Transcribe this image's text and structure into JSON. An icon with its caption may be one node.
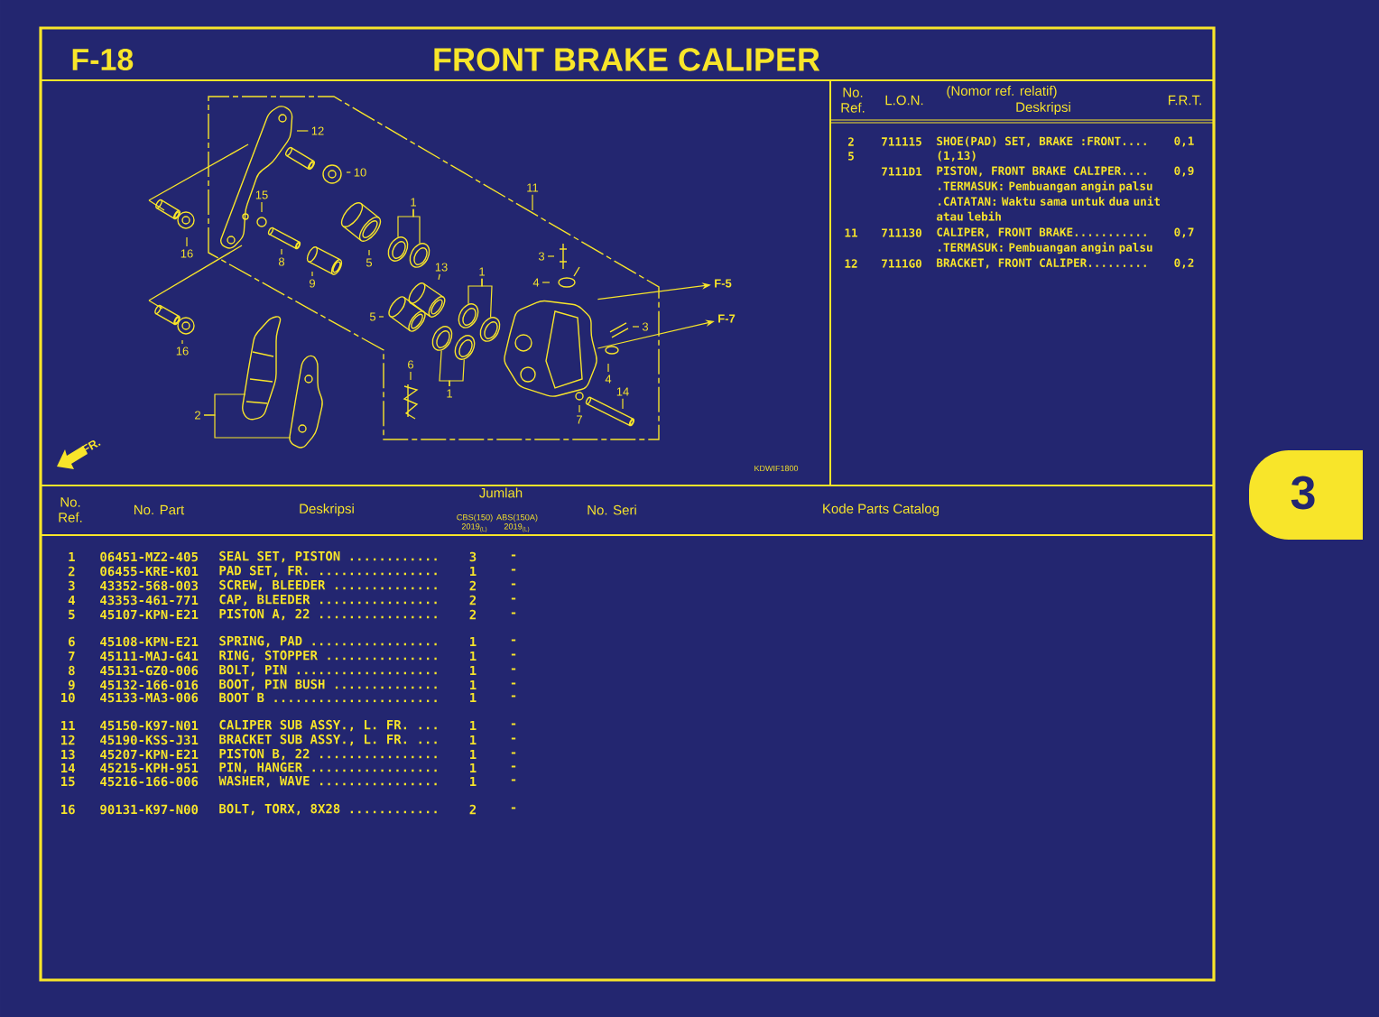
{
  "diagram": {
    "title": "FRONT BRAKE CALIPER",
    "nodes": [
      {
        "text": [
          "12"
        ]
      },
      {
        "text": [
          "10"
        ]
      },
      {
        "text": [
          "11"
        ]
      },
      {
        "text": [
          "15"
        ]
      },
      {
        "text": [
          "1"
        ]
      },
      {
        "text": [
          "16"
        ]
      },
      {
        "text": [
          "3"
        ]
      },
      {
        "text": [
          "8"
        ]
      },
      {
        "text": [
          "5"
        ]
      },
      {
        "text": [
          "13"
        ]
      },
      {
        "text": [
          "1"
        ]
      },
      {
        "text": [
          "4"
        ]
      },
      {
        "text": [
          "F-5"
        ]
      },
      {
        "text": [
          "9"
        ]
      },
      {
        "text": [
          "5"
        ]
      },
      {
        "text": [
          "F-7"
        ]
      },
      {
        "text": [
          "3"
        ]
      },
      {
        "text": [
          "16"
        ]
      },
      {
        "text": [
          "6"
        ]
      },
      {
        "text": [
          "4"
        ]
      },
      {
        "text": [
          "14"
        ]
      },
      {
        "text": [
          "1"
        ]
      },
      {
        "text": [
          "2"
        ]
      },
      {
        "text": [
          "7"
        ]
      },
      {
        "text": [],
        "shape": "ring"
      },
      {
        "text": [],
        "shape": "ring"
      },
      {
        "text": [],
        "shape": "ring"
      },
      {
        "text": [],
        "shape": "ring"
      },
      {
        "text": [],
        "shape": "ring"
      },
      {
        "text": [],
        "shape": "ring"
      },
      {
        "text": [],
        "shape": "picture"
      }
    ],
    "edges": [
      {
        "from": 0,
        "to": null,
        "arrow": "none"
      },
      {
        "from": 1,
        "to": null,
        "arrow": "none"
      },
      {
        "from": 2,
        "to": null,
        "arrow": "none"
      },
      {
        "from": 3,
        "to": null,
        "arrow": "none"
      },
      {
        "from": 4,
        "to": 24,
        "arrow": "none"
      },
      {
        "from": 5,
        "to": null,
        "arrow": "none"
      },
      {
        "from": 6,
        "to": null,
        "arrow": "none"
      },
      {
        "from": 7,
        "to": null,
        "arrow": "none"
      },
      {
        "from": 8,
        "to": null,
        "arrow": "none"
      },
      {
        "from": 9,
        "to": null,
        "arrow": "none"
      },
      {
        "from": 10,
        "to": 28,
        "arrow": "none"
      },
      {
        "from": 11,
        "to": null,
        "arrow": "none"
      },
      {
        "from": 30,
        "to": 12,
        "arrow": "to"
      },
      {
        "from": 13,
        "to": null,
        "arrow": "none"
      },
      {
        "from": 14,
        "to": null,
        "arrow": "none"
      },
      {
        "from": 30,
        "to": 15,
        "arrow": "to"
      },
      {
        "from": 16,
        "to": null,
        "arrow": "none"
      },
      {
        "from": 17,
        "to": null,
        "arrow": "none"
      },
      {
        "from": 18,
        "to": null,
        "arrow": "none"
      },
      {
        "from": 19,
        "to": null,
        "arrow": "none"
      },
      {
        "from": 20,
        "to": null,
        "arrow": "none"
      },
      {
        "from": 21,
        "to": 26,
        "arrow": "none"
      },
      {
        "from": 22,
        "to": null,
        "arrow": "none"
      },
      {
        "from": 23,
        "to": null,
        "arrow": "none"
      },
      {
        "from": 4,
        "to": 25,
        "arrow": "none"
      },
      {
        "from": 10,
        "to": 29,
        "arrow": "none"
      },
      {
        "from": 21,
        "to": 27,
        "arrow": "none"
      },
      {
        "from": 22,
        "to": null,
        "arrow": "none"
      }
    ],
    "labels": [
      "F-18",
      "No. Ref.",
      "L.O.N.",
      "(Nomor ref. relatif)",
      "Deskripsi",
      "F.R.T.",
      "2",
      "711115",
      "SHOE(PAD) SET, BRAKE :FRONT....",
      "0,1",
      "5",
      "(1,13)",
      "7111D1",
      "PISTON, FRONT BRAKE CALIPER....",
      "0,9",
      ".TERMASUK: Pembuangan angin palsu",
      ".CATATAN: Waktu sama untuk dua unit atau lebih",
      "11",
      "711130",
      "CALIPER, FRONT BRAKE...........",
      "0,7",
      ".TERMASUK: Pembuangan angin palsu",
      "12",
      "7111G0",
      "BRACKET, FRONT CALIPER.........",
      "0,2",
      "FR.",
      "KDWIF1800",
      "3",
      "No. Ref.",
      "No. Part",
      "Deskripsi",
      "Jumlah",
      "CBS(150)",
      "ABS(150A)",
      "2019$_{(L)}$",
      "2019$_{(L)}$",
      "No. Seri",
      "Kode Parts Catalog",
      "1",
      "06451-MZ2-405",
      "SEAL SET, PISTON ............",
      "3",
      "-",
      "2",
      "06455-KRE-K01",
      "PAD SET, FR. ................",
      "1",
      "-",
      "3",
      "43352-568-003",
      "SCREW, BLEEDER ..............",
      "2",
      "-",
      "4",
      "43353-461-771",
      "CAP, BLEEDER ................",
      "2",
      "-",
      "5",
      "45107-KPN-E21",
      "PISTON A, 22 ................",
      "2",
      "-",
      "6",
      "45108-KPN-E21",
      "SPRING, PAD .................",
      "1",
      "-",
      "7",
      "45111-MAJ-G41",
      "RING, STOPPER ...............",
      "1",
      "-",
      "8",
      "45131-GZ0-006",
      "BOLT, PIN ...................",
      "1",
      "-",
      "9",
      "45132-166-016",
      "BOOT, PIN BUSH ..............",
      "1",
      "-",
      "10",
      "45133-MA3-006",
      "BOOT B ......................",
      "1",
      "-",
      "11",
      "45150-K97-N01",
      "CALIPER SUB ASSY., L. FR. ...",
      "1",
      "-",
      "12",
      "45190-KSS-J31",
      "BRACKET SUB ASSY., L. FR. ...",
      "1",
      "-",
      "13",
      "45207-KPN-E21",
      "PISTON B, 22 ................",
      "1",
      "-",
      "14",
      "45215-KPH-951",
      "PIN, HANGER .................",
      "1",
      "-",
      "15",
      "45216-166-006",
      "WASHER, WAVE ................",
      "1",
      "-",
      "16",
      "90131-K97-N00",
      "BOLT, TORX, 8X28 ............",
      "2",
      "-"
    ]
  }
}
